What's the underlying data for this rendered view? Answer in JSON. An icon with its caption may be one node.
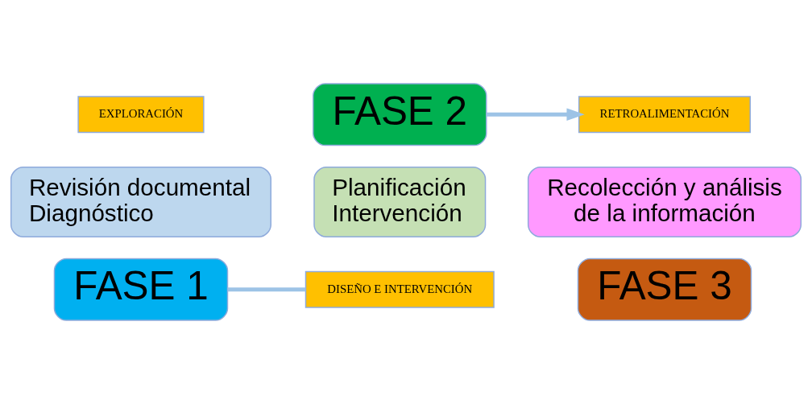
{
  "diagram": {
    "nodes": [
      {
        "text": [
          "EXPLORACIÓN"
        ]
      },
      {
        "text": [
          "Revisión documental",
          "Diagnóstico"
        ]
      },
      {
        "text": [
          "FASE 1"
        ]
      },
      {
        "text": [
          "Planificación",
          "Intervención"
        ]
      },
      {
        "text": [
          "FASE 2"
        ]
      },
      {
        "text": [
          "DISEÑO E INTERVENCIÓN"
        ]
      },
      {
        "text": [
          "RETROALIMENTACIÓN"
        ]
      },
      {
        "text": [
          "Recolección y análisis de la información"
        ]
      },
      {
        "text": [
          "FASE 3"
        ]
      }
    ],
    "edges": [
      {
        "from": 2,
        "to": 5,
        "arrow": "none"
      },
      {
        "from": 4,
        "to": 6,
        "arrow": "to"
      }
    ]
  }
}
